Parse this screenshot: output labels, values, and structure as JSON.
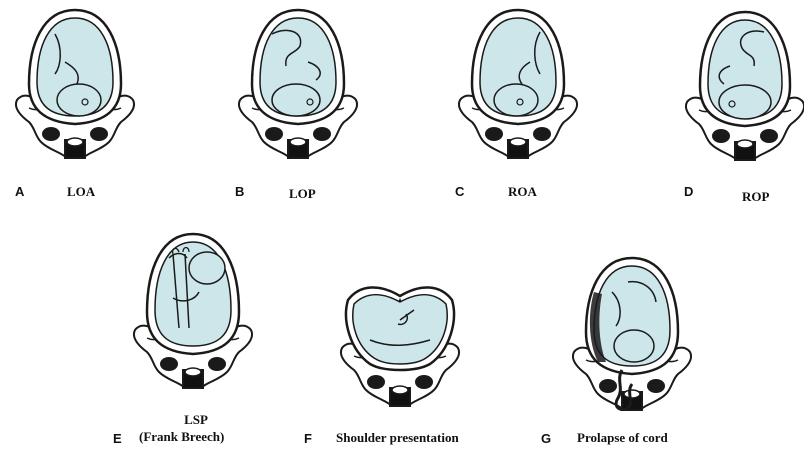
{
  "colors": {
    "fetus_fill": "#cde6ea",
    "uterus_fill": "#ffffff",
    "ink": "#1a1a1a",
    "pelvis_fill": "#ffffff",
    "canal_fill": "#111111"
  },
  "figures": [
    {
      "letter": "A",
      "caption": "LOA"
    },
    {
      "letter": "B",
      "caption": "LOP"
    },
    {
      "letter": "C",
      "caption": "ROA"
    },
    {
      "letter": "D",
      "caption": "ROP"
    },
    {
      "letter": "E",
      "caption_line1": "LSP",
      "caption_line2": "(Frank Breech)"
    },
    {
      "letter": "F",
      "caption": "Shoulder presentation"
    },
    {
      "letter": "G",
      "caption": "Prolapse of cord"
    }
  ]
}
